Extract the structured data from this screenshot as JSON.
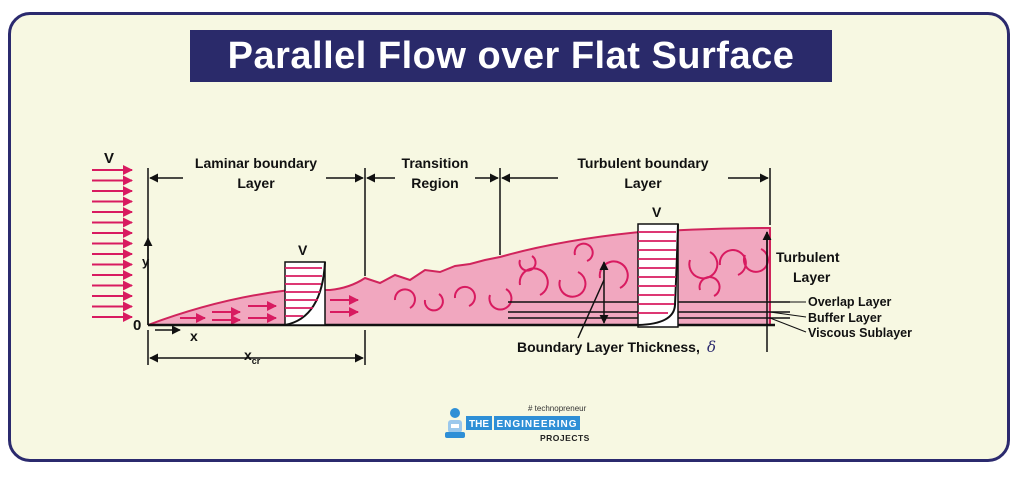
{
  "title": "Parallel Flow over Flat Surface",
  "labels": {
    "v_free": "V",
    "y_axis": "y",
    "origin": "0",
    "x_axis": "x",
    "laminar_1": "Laminar boundary",
    "laminar_2": "Layer",
    "transition_1": "Transition",
    "transition_2": "Region",
    "turbulent_1": "Turbulent boundary",
    "turbulent_2": "Layer",
    "v_laminar": "V",
    "v_turbulent": "V",
    "x_cr": "x",
    "x_cr_sub": "cr",
    "turb_layer_1": "Turbulent",
    "turb_layer_2": "Layer",
    "overlap": "Overlap Layer",
    "buffer": "Buffer Layer",
    "viscous": "Viscous Sublayer",
    "bl_thickness": "Boundary Layer Thickness,",
    "delta": "δ"
  },
  "logo": {
    "tagline": "# technopreneur",
    "the": "THE",
    "engineering": "ENGINEERING",
    "projects": "PROJECTS"
  },
  "colors": {
    "border": "#2b2a6e",
    "background": "#f7f8e2",
    "title_bg": "#2a2a6a",
    "flow_fill": "#f1a7bf",
    "flow_stroke": "#d0245c",
    "arrow": "#d81b60",
    "logo_blue": "#2e8fd6"
  }
}
